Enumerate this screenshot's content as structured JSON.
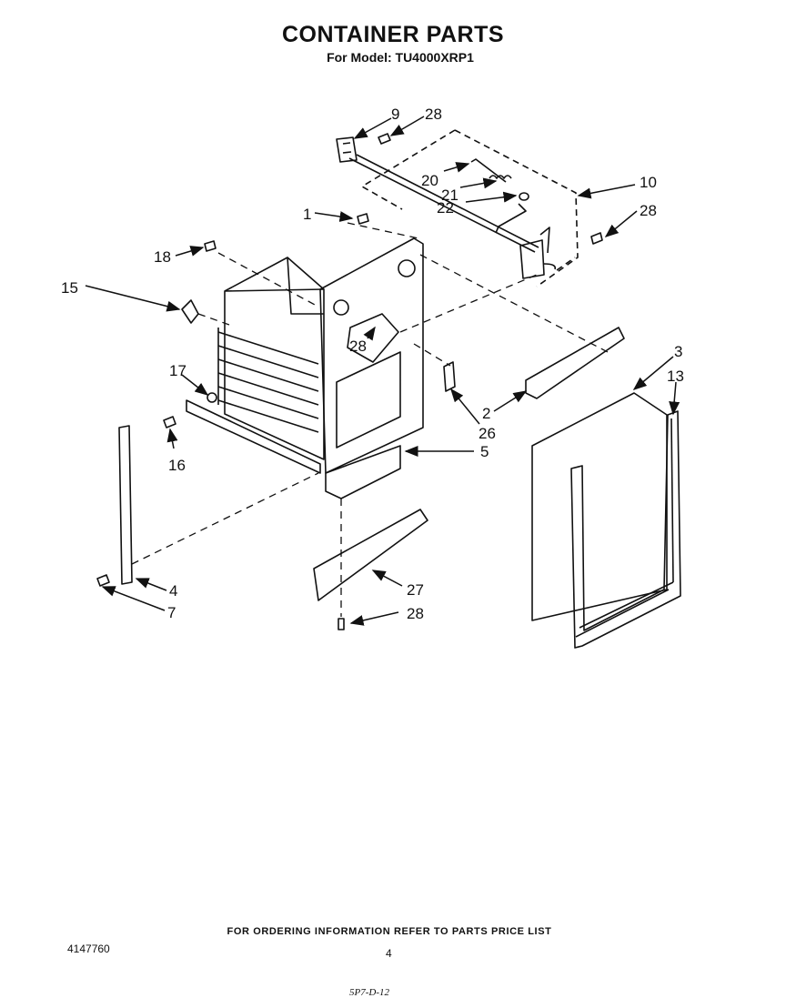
{
  "title": "CONTAINER PARTS",
  "subtitle": "For Model: TU4000XRP1",
  "callouts": {
    "c9": "9",
    "c28a": "28",
    "c20": "20",
    "c21": "21",
    "c22": "22",
    "c10": "10",
    "c28b": "28",
    "c1": "1",
    "c18": "18",
    "c15": "15",
    "c28c": "28",
    "c3": "3",
    "c13": "13",
    "c17": "17",
    "c2": "2",
    "c26": "26",
    "c16": "16",
    "c5": "5",
    "c4": "4",
    "c7": "7",
    "c27": "27",
    "c28d": "28"
  },
  "footer": {
    "ordering_note": "FOR ORDERING INFORMATION REFER TO PARTS PRICE LIST",
    "doc_number": "4147760",
    "page_number": "4",
    "handwritten": "5P7-D-12"
  }
}
